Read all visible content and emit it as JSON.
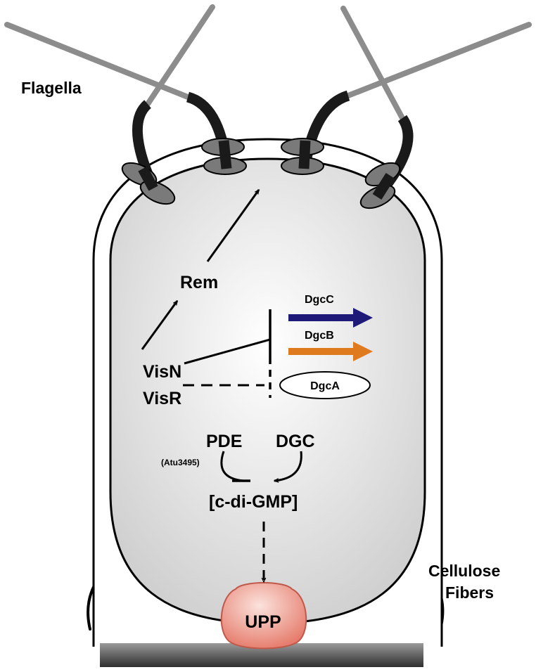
{
  "labels": {
    "flagella": "Flagella",
    "cellulose_line1": "Cellulose",
    "cellulose_line2": "Fibers",
    "rem": "Rem",
    "visn": "VisN",
    "visr": "VisR",
    "dgcc": "DgcC",
    "dgcb": "DgcB",
    "dgca": "DgcA",
    "pde": "PDE",
    "atu": "(Atu3495)",
    "dgc": "DGC",
    "cdigmp": "[c-di-GMP]",
    "upp": "UPP"
  },
  "colors": {
    "dgcc_arrow": "#1e1a78",
    "dgcb_arrow": "#e07a1e",
    "upp_fill": "#e9857a",
    "flagellum_hook": "#1a1a1a",
    "flagellum_filament": "#8c8c8c",
    "motor": "#7a7a7a",
    "surface": "#4a4a4a"
  },
  "icons": {
    "flagellum": "flagellum-icon",
    "motor": "motor-complex-icon",
    "upp": "adhesin-blob-icon"
  }
}
